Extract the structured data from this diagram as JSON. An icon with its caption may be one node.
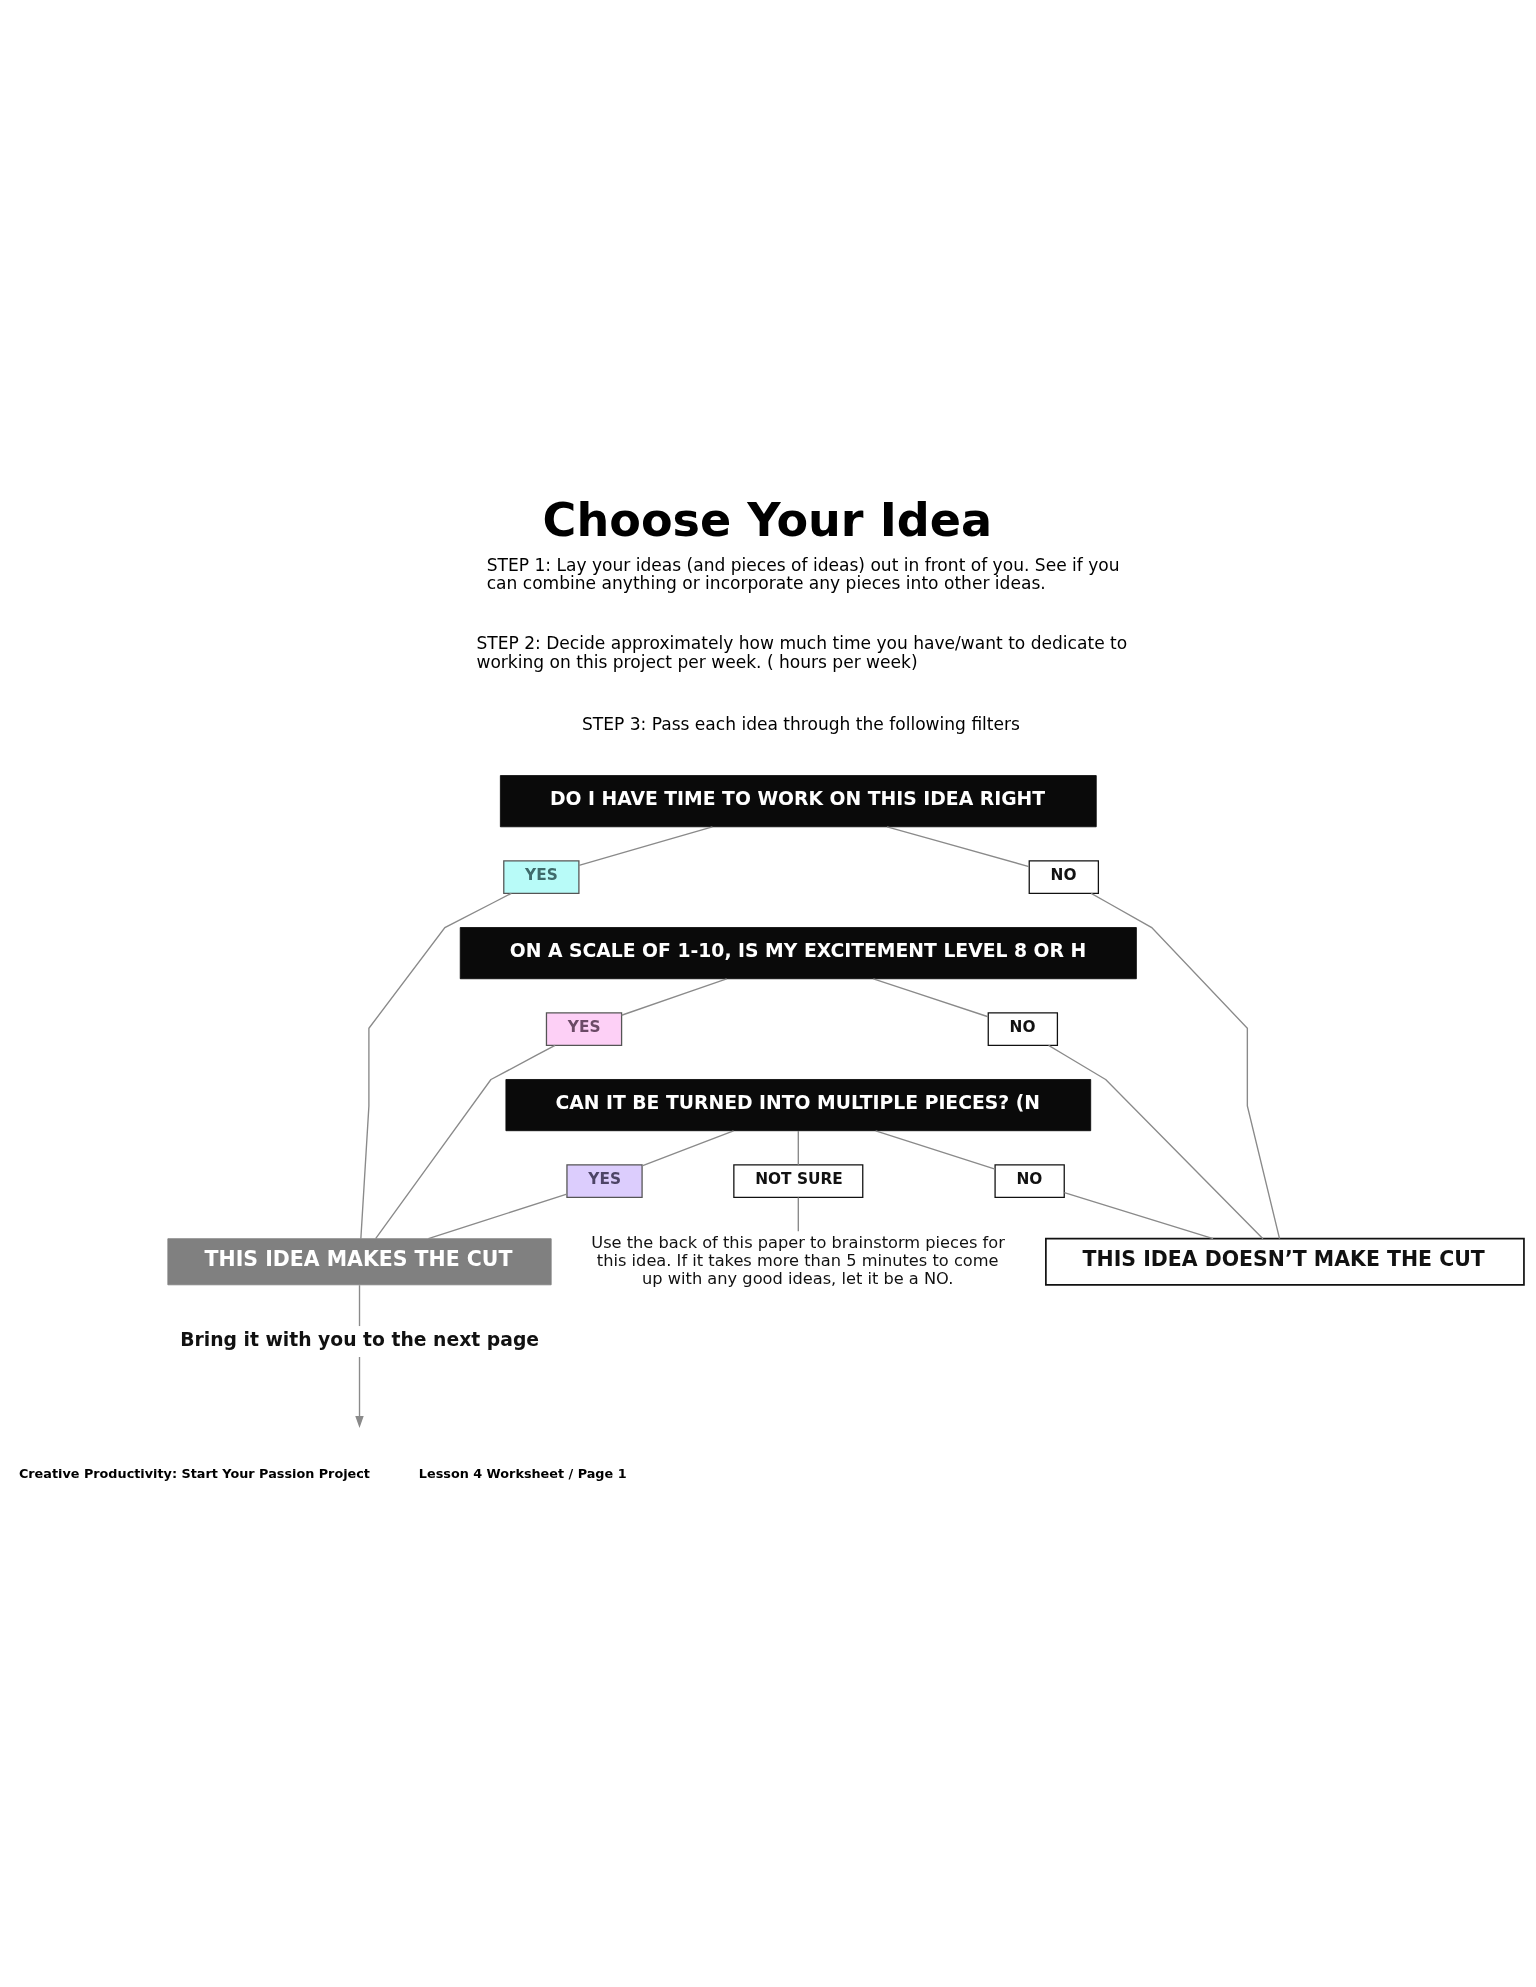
{
  "diagram": {
    "title": "Choose Your Idea",
    "nodes": [
      {
        "text": [
          "DO I HAVE TIME TO WORK ON THIS IDEA RIGHT"
        ]
      },
      {
        "text": [
          "YES"
        ]
      },
      {
        "text": [
          "NO"
        ]
      },
      {
        "text": [
          "ON A SCALE OF 1-10, IS MY EXCITEMENT LEVEL 8 OR H"
        ]
      },
      {
        "text": [
          "YES"
        ]
      },
      {
        "text": [
          "NO"
        ]
      },
      {
        "text": [
          "CAN IT BE TURNED INTO MULTIPLE PIECES? (N"
        ]
      },
      {
        "text": [
          "YES"
        ]
      },
      {
        "text": [
          "NOT SURE"
        ]
      },
      {
        "text": [
          "NO"
        ]
      },
      {
        "text": [
          "Use the back of this paper to brainstorm pieces for this idea. If it takes more than 5 minutes to come up with any good ideas, let it be a NO."
        ]
      },
      {
        "text": [
          "THIS IDEA MAKES THE CUT"
        ]
      },
      {
        "text": [
          "THIS IDEA DOESN’T MAKE THE CUT"
        ]
      },
      {
        "text": [
          "Bring it with you to the next page"
        ]
      }
    ],
    "edges": [
      {
        "from": 0,
        "to": 1,
        "arrow": "none"
      },
      {
        "from": 0,
        "to": 2,
        "arrow": "none"
      },
      {
        "from": 1,
        "to": 11,
        "arrow": "none"
      },
      {
        "from": 2,
        "to": 12,
        "arrow": "none"
      },
      {
        "from": 3,
        "to": 4,
        "arrow": "none"
      },
      {
        "from": 3,
        "to": 5,
        "arrow": "none"
      },
      {
        "from": 4,
        "to": 11,
        "arrow": "none"
      },
      {
        "from": 5,
        "to": 12,
        "arrow": "none"
      },
      {
        "from": 6,
        "to": 7,
        "arrow": "none"
      },
      {
        "from": 6,
        "to": 8,
        "arrow": "none"
      },
      {
        "from": 6,
        "to": 9,
        "arrow": "none"
      },
      {
        "from": 7,
        "to": 11,
        "arrow": "none"
      },
      {
        "from": 8,
        "to": 10,
        "arrow": "none"
      },
      {
        "from": 9,
        "to": 12,
        "arrow": "none"
      },
      {
        "from": 11,
        "to": 13,
        "arrow": "none"
      },
      {
        "from": 13,
        "to": null,
        "arrow": "to"
      }
    ],
    "labels": [
      "STEP 1: Lay your ideas (and pieces of ideas) out in front of you. See if you can combine anything or incorporate any pieces into other ideas.",
      "STEP 2: Decide approximately how much time you have/want to dedicate to working on this project per week. ( hours per week)",
      "STEP 3: Pass each idea through the following filters",
      "Creative Productivity: Start Your Passion Project",
      "Lesson 4 Worksheet / Page 1"
    ]
  }
}
